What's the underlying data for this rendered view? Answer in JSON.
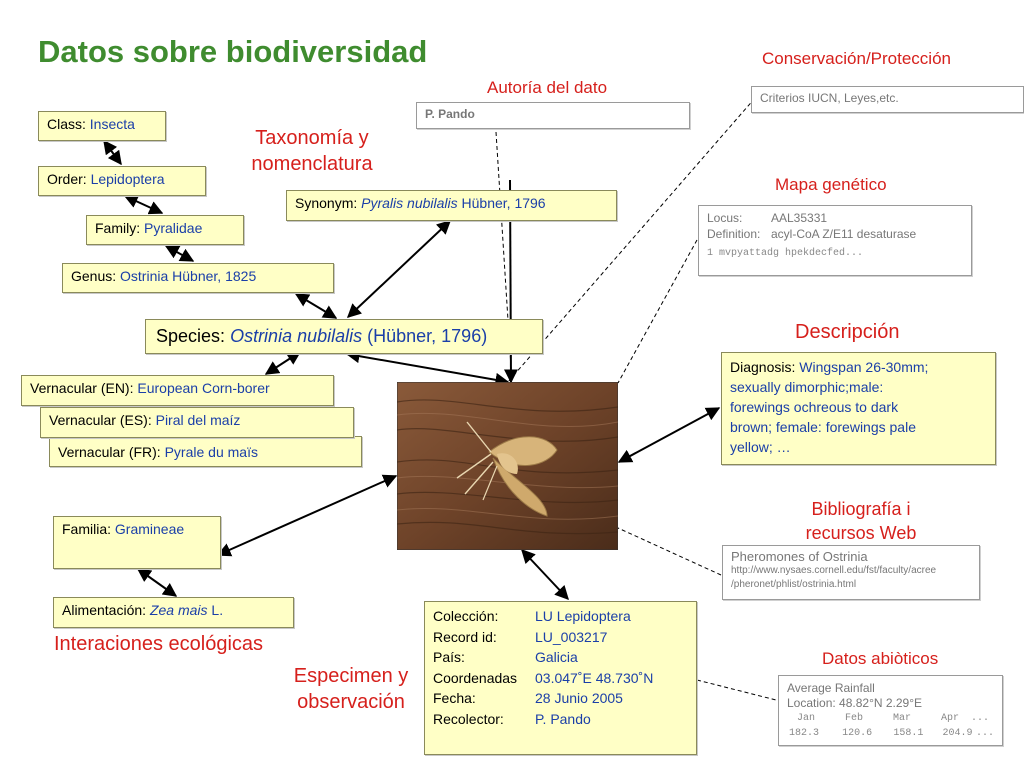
{
  "title": "Datos sobre biodiversidad",
  "section_labels": {
    "conservacion": "Conservación/Protección",
    "autoria": "Autoría del dato",
    "taxonomia_1": "Taxonomía y",
    "taxonomia_2": "nomenclatura",
    "mapa_genetico": "Mapa genético",
    "descripcion": "Descripción",
    "bibliografia_1": "Bibliografía i",
    "bibliografia_2": "recursos Web",
    "interaciones": "Interaciones ecológicas",
    "especimen_1": "Especimen y",
    "especimen_2": "observación",
    "abioticos": "Datos abiòticos"
  },
  "taxonomy": {
    "class": {
      "key": "Class:",
      "value": "Insecta"
    },
    "order": {
      "key": "Order:",
      "value": "Lepidoptera"
    },
    "family": {
      "key": "Family:",
      "value": "Pyralidae"
    },
    "genus": {
      "key": "Genus:",
      "value": "Ostrinia Hübner, 1825"
    },
    "synonym": {
      "key": "Synonym:",
      "value_italic": "Pyralis nubilalis",
      "value_rest": " Hübner, 1796"
    },
    "species": {
      "key": "Species:",
      "value_italic": "Ostrinia nubilalis",
      "value_rest": " (Hübner, 1796)"
    }
  },
  "vernacular": [
    {
      "key": "Vernacular (EN):",
      "value": "European Corn-borer"
    },
    {
      "key": "Vernacular (ES):",
      "value": "Piral del maíz"
    },
    {
      "key": "Vernacular (FR):",
      "value": "Pyrale du maïs"
    }
  ],
  "ecology": {
    "familia": {
      "key": "Familia:",
      "value": "Gramineae"
    },
    "alimentacion": {
      "key": "Alimentación:",
      "value_italic": "Zea mais",
      "value_rest": " L."
    }
  },
  "author": {
    "value": "P. Pando"
  },
  "conservation": {
    "value": "Criterios IUCN, Leyes,etc."
  },
  "genetic": {
    "locus_key": "Locus:",
    "locus_value": "AAL35331",
    "definition_key": "Definition:",
    "definition_value": "acyl-CoA Z/E11 desaturase",
    "sequence": "1 mvpyattadg hpekdecfed..."
  },
  "description": {
    "key": "Diagnosis:",
    "lines": [
      " Wingspan 26-30mm;",
      "sexually dimorphic;male:",
      "forewings ochreous to dark",
      "brown; female: forewings pale",
      "yellow; …"
    ]
  },
  "bibliography": {
    "title": "Pheromones of Ostrinia",
    "url_1": "http://www.nysaes.cornell.edu/fst/faculty/acree",
    "url_2": "/pheronet/phlist/ostrinia.html"
  },
  "specimen": [
    {
      "key": "Colección:",
      "value": "LU Lepidoptera"
    },
    {
      "key": "Record id:",
      "value": "LU_003217"
    },
    {
      "key": "País:",
      "value": "Galicia"
    },
    {
      "key": "Coordenadas",
      "value": "03.047˚E 48.730˚N"
    },
    {
      "key": "Fecha:",
      "value": "28 Junio 2005"
    },
    {
      "key": "Recolector:",
      "value": "P. Pando"
    }
  ],
  "abiotic": {
    "title": "Average Rainfall",
    "location": "Location: 48.82°N 2.29°E",
    "months": [
      "Jan",
      "Feb",
      "Mar",
      "Apr"
    ],
    "values": [
      "182.3",
      "120.6",
      "158.1",
      "204.9"
    ],
    "ellipsis": "..."
  },
  "colors": {
    "title": "#3f8c2f",
    "section_label": "#d6201c",
    "box_fill": "#ffffc6",
    "value_text": "#1b3fa8"
  }
}
